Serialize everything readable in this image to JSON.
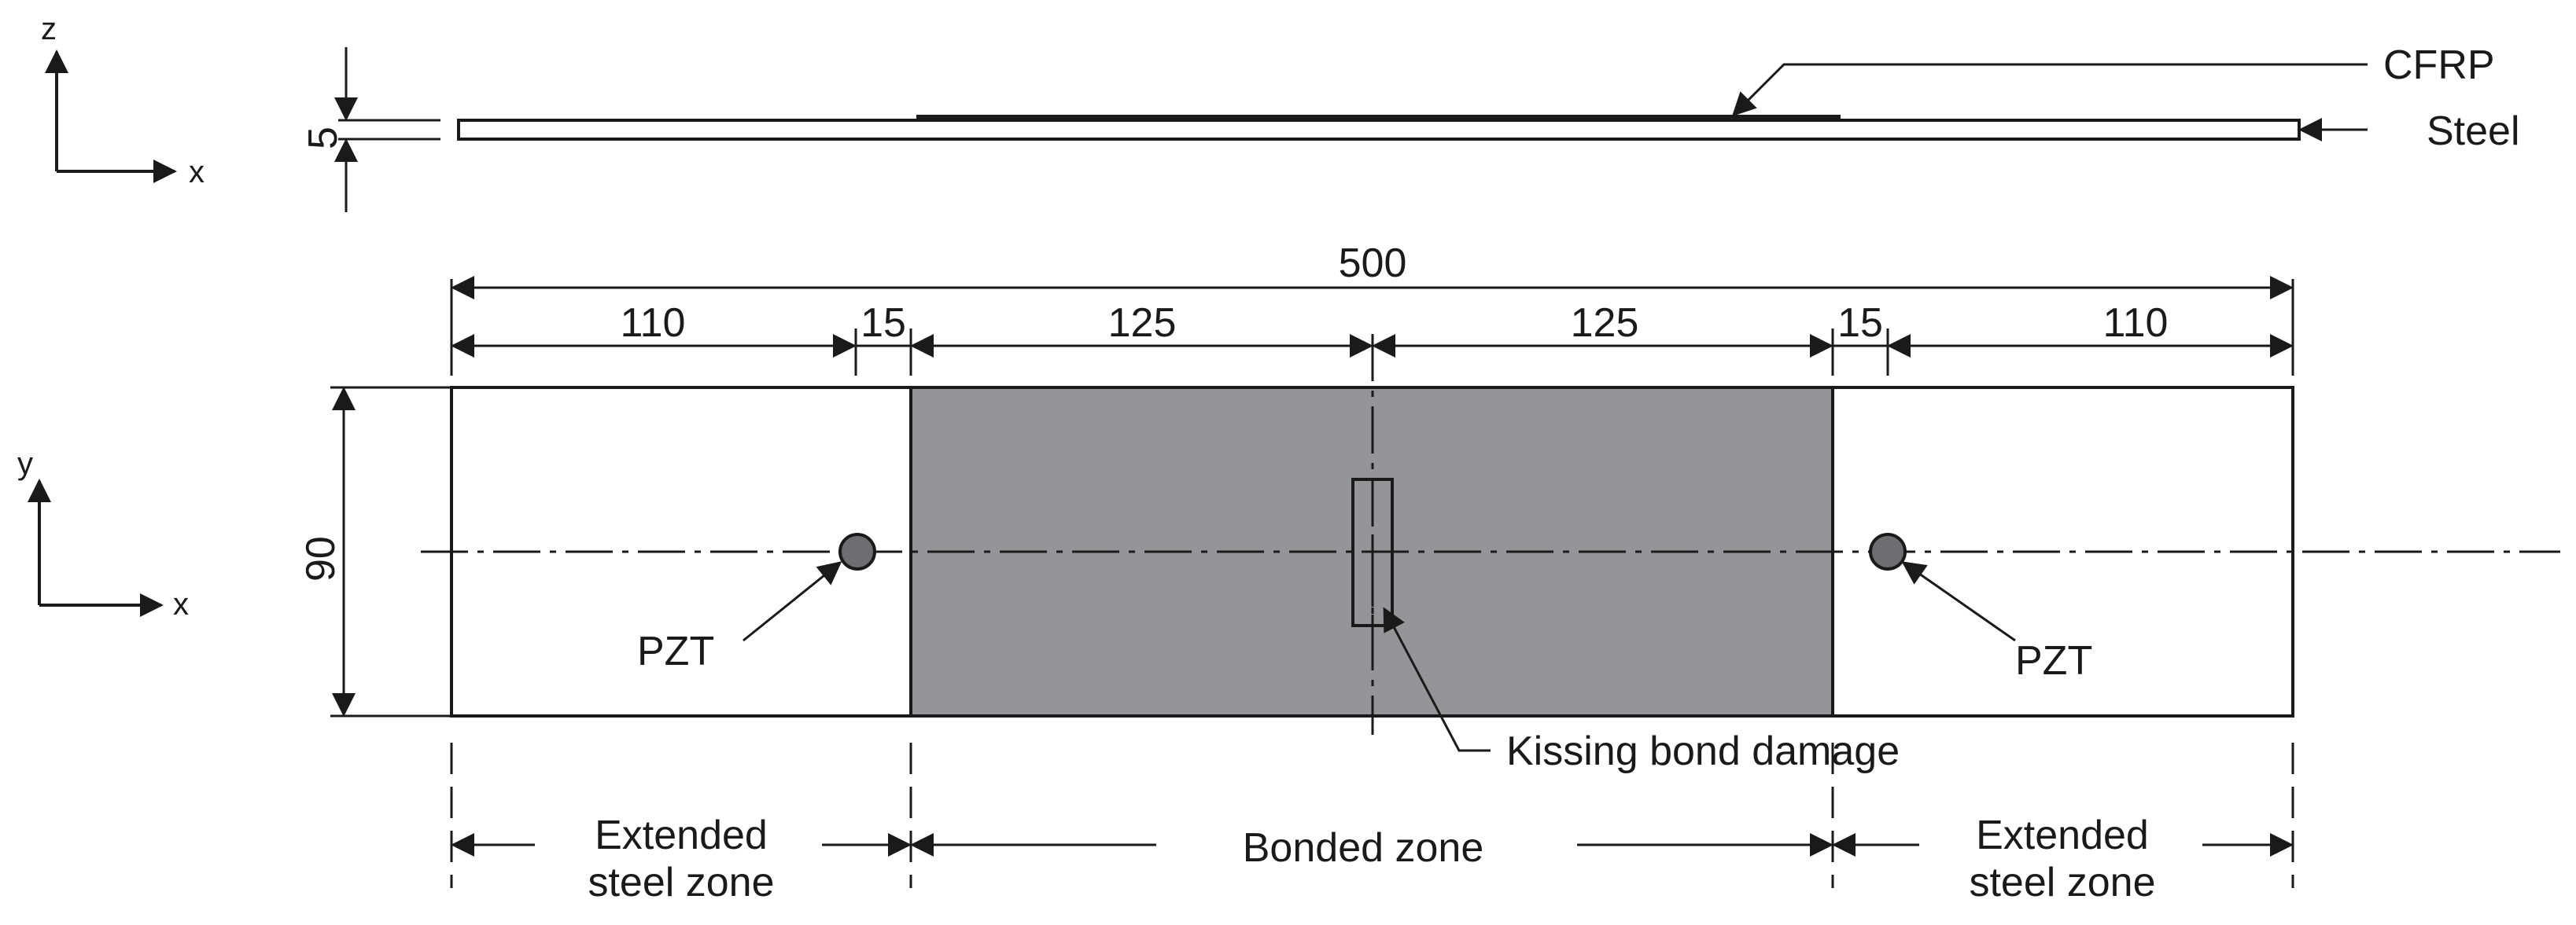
{
  "side_view": {
    "thickness_label": "5",
    "cfrp_label": "CFRP",
    "steel_label": "Steel",
    "axis_vertical": "z",
    "axis_horizontal": "x"
  },
  "dimensions": {
    "total_length": "500",
    "left_extended": "110",
    "left_gap": "15",
    "left_bonded_half": "125",
    "right_bonded_half": "125",
    "right_gap": "15",
    "right_extended": "110",
    "width": "90"
  },
  "plan_view": {
    "axis_vertical": "y",
    "axis_horizontal": "x",
    "pzt_left_label": "PZT",
    "pzt_right_label": "PZT",
    "damage_label": "Kissing bond damage",
    "zone_left_line1": "Extended",
    "zone_left_line2": "steel zone",
    "zone_middle": "Bonded zone",
    "zone_right_line1": "Extended",
    "zone_right_line2": "steel zone"
  },
  "colors": {
    "bonded_fill": "#939598",
    "pzt_fill": "#6d6e71",
    "line": "#1a1a1a"
  }
}
